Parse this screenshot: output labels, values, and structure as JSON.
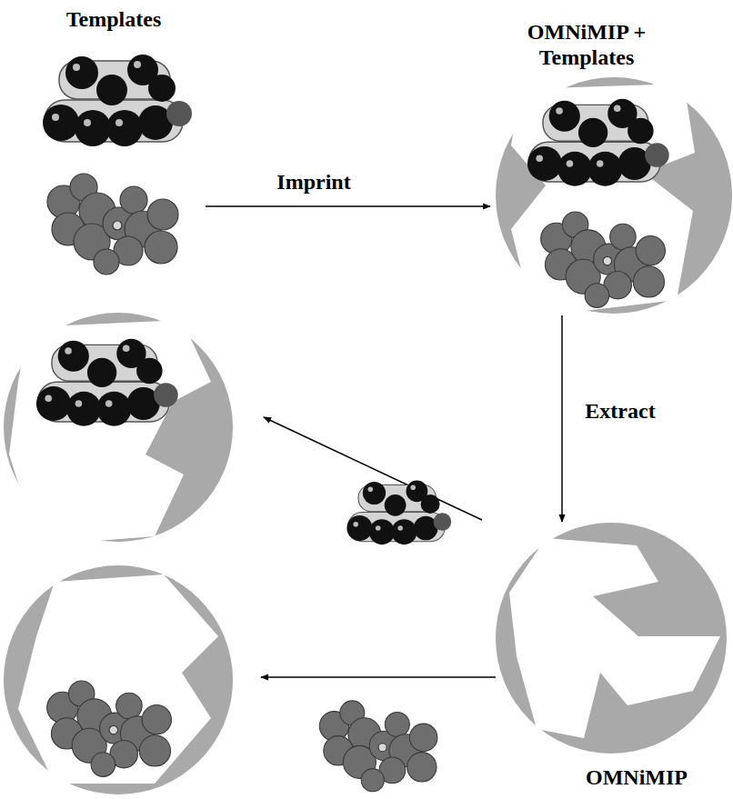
{
  "diagram": {
    "nodes": [
      {
        "text": [
          "Templates"
        ]
      },
      {
        "text": [
          "OMNiMIP + Templates"
        ]
      },
      {
        "text": [
          "OMNiMIP"
        ]
      }
    ],
    "edges": [
      {
        "from": 0,
        "to": 1,
        "arrow": "to",
        "label": "Imprint"
      },
      {
        "from": 1,
        "to": 2,
        "arrow": "to",
        "label": "Extract"
      }
    ]
  }
}
